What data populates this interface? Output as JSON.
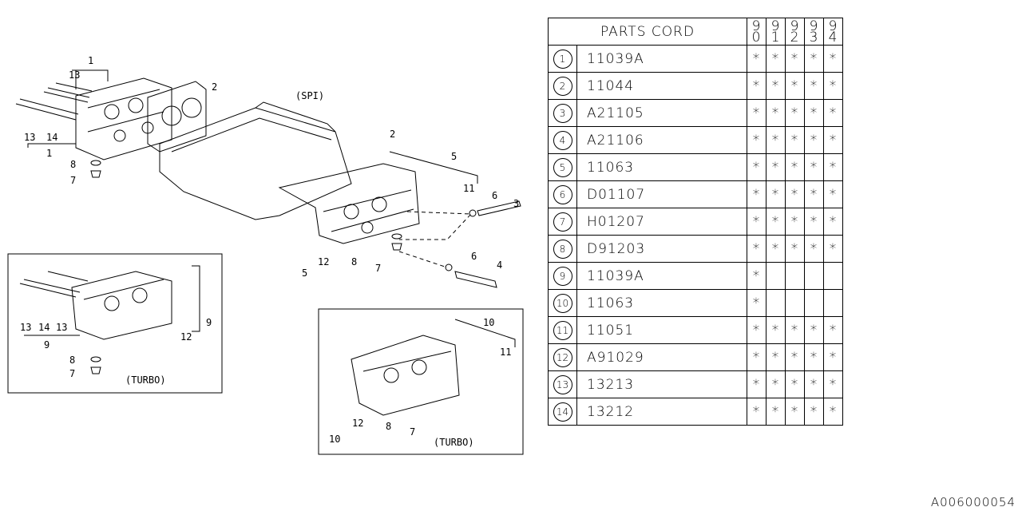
{
  "diagram": {
    "labels": {
      "spi": "(SPI)",
      "turbo_left": "(TURBO)",
      "turbo_right": "(TURBO)",
      "n1": "1",
      "n2": "2",
      "n3": "3",
      "n4": "4",
      "n5": "5",
      "n6": "6",
      "n7": "7",
      "n8": "8",
      "n9": "9",
      "n10": "10",
      "n11": "11",
      "n12": "12",
      "n13": "13",
      "n14": "14"
    }
  },
  "table": {
    "header": "PARTS CORD",
    "years": [
      [
        "9",
        "0"
      ],
      [
        "9",
        "1"
      ],
      [
        "9",
        "2"
      ],
      [
        "9",
        "3"
      ],
      [
        "9",
        "4"
      ]
    ],
    "rows": [
      {
        "no": "1",
        "code": "11039A",
        "marks": [
          "*",
          "*",
          "*",
          "*",
          "*"
        ]
      },
      {
        "no": "2",
        "code": "11044",
        "marks": [
          "*",
          "*",
          "*",
          "*",
          "*"
        ]
      },
      {
        "no": "3",
        "code": "A21105",
        "marks": [
          "*",
          "*",
          "*",
          "*",
          "*"
        ]
      },
      {
        "no": "4",
        "code": "A21106",
        "marks": [
          "*",
          "*",
          "*",
          "*",
          "*"
        ]
      },
      {
        "no": "5",
        "code": "11063",
        "marks": [
          "*",
          "*",
          "*",
          "*",
          "*"
        ]
      },
      {
        "no": "6",
        "code": "D01107",
        "marks": [
          "*",
          "*",
          "*",
          "*",
          "*"
        ]
      },
      {
        "no": "7",
        "code": "H01207",
        "marks": [
          "*",
          "*",
          "*",
          "*",
          "*"
        ]
      },
      {
        "no": "8",
        "code": "D91203",
        "marks": [
          "*",
          "*",
          "*",
          "*",
          "*"
        ]
      },
      {
        "no": "9",
        "code": "11039A",
        "marks": [
          "*",
          "",
          "",
          "",
          ""
        ]
      },
      {
        "no": "10",
        "code": "11063",
        "marks": [
          "*",
          "",
          "",
          "",
          ""
        ]
      },
      {
        "no": "11",
        "code": "11051",
        "marks": [
          "*",
          "*",
          "*",
          "*",
          "*"
        ]
      },
      {
        "no": "12",
        "code": "A91029",
        "marks": [
          "*",
          "*",
          "*",
          "*",
          "*"
        ]
      },
      {
        "no": "13",
        "code": "13213",
        "marks": [
          "*",
          "*",
          "*",
          "*",
          "*"
        ]
      },
      {
        "no": "14",
        "code": "13212",
        "marks": [
          "*",
          "*",
          "*",
          "*",
          "*"
        ]
      }
    ]
  },
  "drawing_code": "A006000054"
}
